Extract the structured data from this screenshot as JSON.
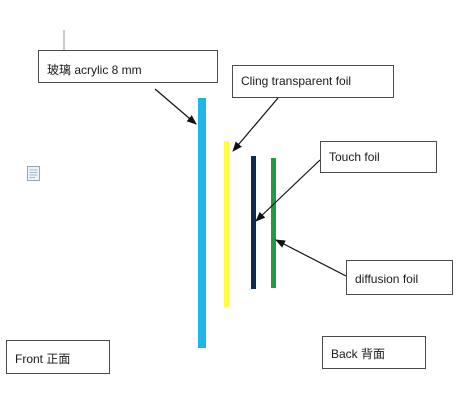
{
  "labels": {
    "acrylic": "玻璃 acrylic 8 mm",
    "cling": "Cling transparent foil",
    "touch": "Touch foil",
    "diffusion": "diffusion foil",
    "front": "Front 正面",
    "back": "Back 背面"
  },
  "layers": [
    {
      "name": "acrylic",
      "color": "#1fb5e6"
    },
    {
      "name": "cling-transparent-foil",
      "color": "#ffff3f"
    },
    {
      "name": "touch-foil",
      "color": "#0f2a52"
    },
    {
      "name": "diffusion-foil",
      "color": "#1f9b46"
    }
  ],
  "icons": {
    "document": "document-icon"
  },
  "colors": {
    "arrow": "#111111",
    "box_border": "#4a4a4a"
  }
}
